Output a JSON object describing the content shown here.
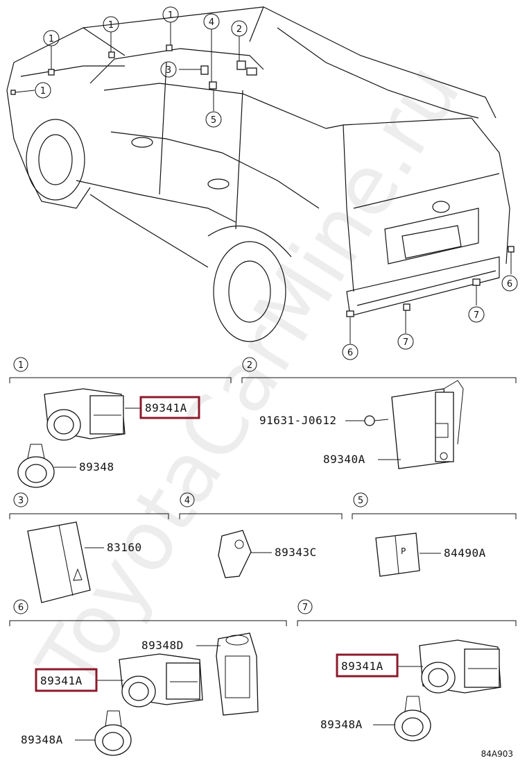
{
  "watermark": "ToyotaCarMine.ru",
  "diagram_code": "84A903",
  "callouts": {
    "c1a": "1",
    "c1b": "1",
    "c1c": "1",
    "c1d": "1",
    "c2": "2",
    "c3": "3",
    "c4": "4",
    "c5": "5",
    "c6a": "6",
    "c6b": "6",
    "c7a": "7",
    "c7b": "7"
  },
  "sections": {
    "s1": "1",
    "s2": "2",
    "s3": "3",
    "s4": "4",
    "s5": "5",
    "s6": "6",
    "s7": "7"
  },
  "parts": {
    "p_89341A_1": "89341A",
    "p_89348": "89348",
    "p_91631": "91631-J0612",
    "p_89340A": "89340A",
    "p_83160": "83160",
    "p_89343C": "89343C",
    "p_84490A": "84490A",
    "p_89348D": "89348D",
    "p_89341A_6": "89341A",
    "p_89348A_6": "89348A",
    "p_89341A_7": "89341A",
    "p_89348A_7": "89348A"
  },
  "highlight_color": "#8b1a2b"
}
